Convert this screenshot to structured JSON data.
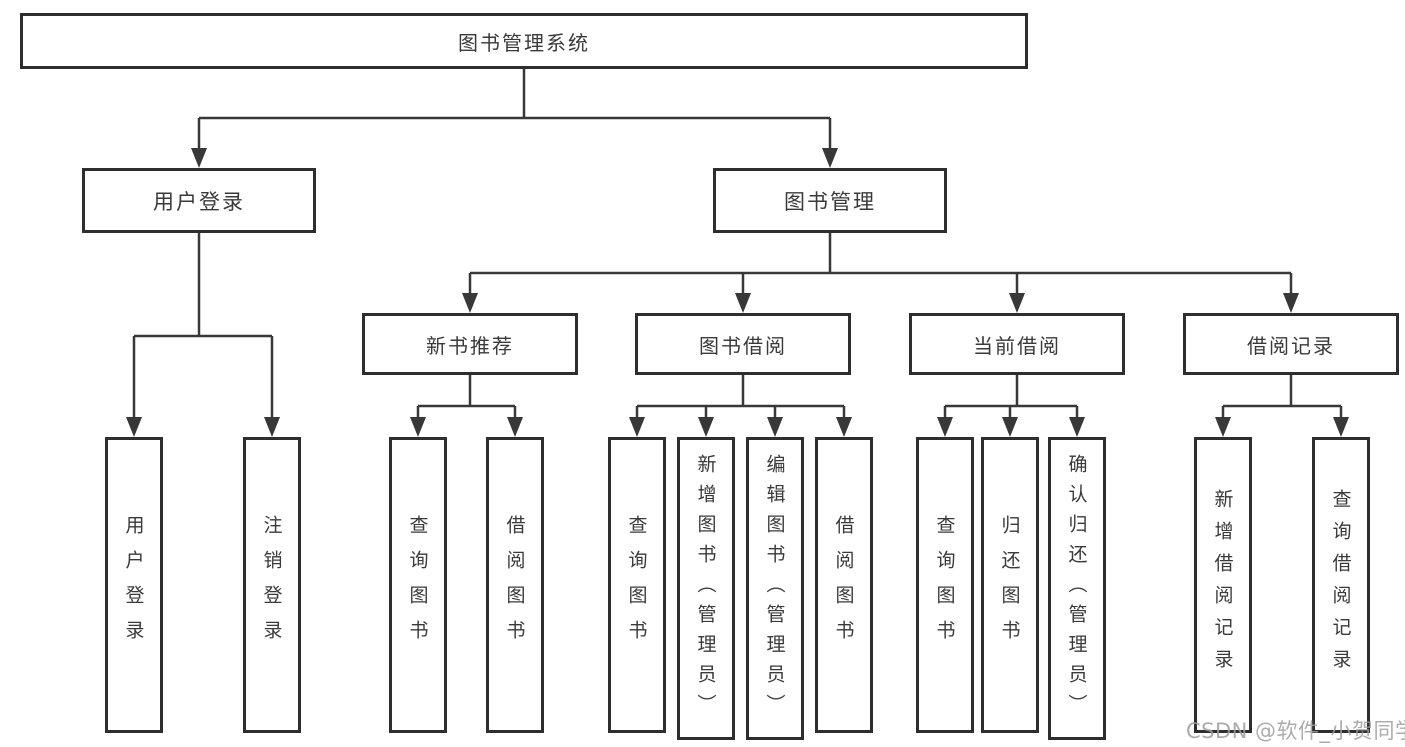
{
  "colors": {
    "line": "#383838",
    "box_border": "#2e2e2e",
    "text": "#3a3a3a",
    "background": "#ffffff",
    "watermark_text_color": "#9e9e9e"
  },
  "watermark": {
    "text": "CSDN @软件_小贺同学"
  },
  "tree": {
    "root": {
      "label": "图书管理系统"
    },
    "branches": [
      {
        "label": "用户登录",
        "children": [
          {
            "label": "用户登录"
          },
          {
            "label": "注销登录"
          }
        ]
      },
      {
        "label": "图书管理",
        "children": [
          {
            "label": "新书推荐",
            "children": [
              {
                "label": "查询图书"
              },
              {
                "label": "借阅图书"
              }
            ]
          },
          {
            "label": "图书借阅",
            "children": [
              {
                "label": "查询图书"
              },
              {
                "label": "新增图书（管理员）"
              },
              {
                "label": "编辑图书（管理员）"
              },
              {
                "label": "借阅图书"
              }
            ]
          },
          {
            "label": "当前借阅",
            "children": [
              {
                "label": "查询图书"
              },
              {
                "label": "归还图书"
              },
              {
                "label": "确认归还（管理员）"
              }
            ]
          },
          {
            "label": "借阅记录",
            "children": [
              {
                "label": "新增借阅记录"
              },
              {
                "label": "查询借阅记录"
              }
            ]
          }
        ]
      }
    ]
  }
}
